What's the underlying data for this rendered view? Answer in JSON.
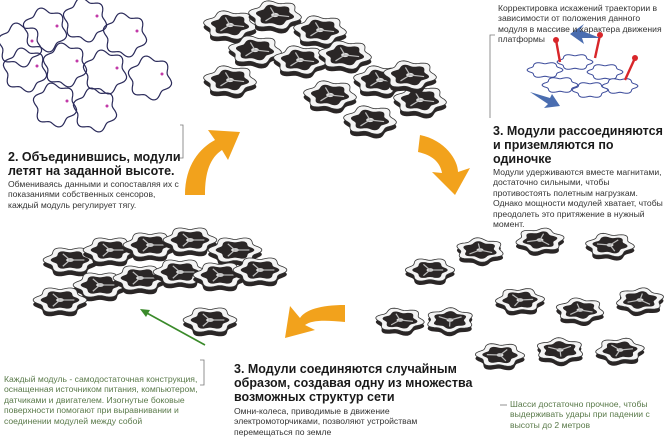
{
  "callouts": {
    "top_right_note": "Корректировка искажений траектории в зависимости от положения данного модуля в массиве и характера движения платформы",
    "step2_title": "2. Объединившись, модули летят на заданной высоте.",
    "step2_text": "Обмениваясь данными и сопоставляя их с показаниями собственных сенсоров, каждый модуль регулирует тягу.",
    "step3a_title": "3. Модули рассоединяются и приземляются по одиночке",
    "step3a_text": "Модули удерживаются вместе магнитами, достаточно сильными, чтобы противостоять полетным нагрузкам. Однако мощности модулей хватает, чтобы преодолеть это притяжение в нужный момент.",
    "step3b_title": "3. Модули соединяются случайным образом, создавая одну из множества возможных структур сети",
    "step3b_text": "Омни-колеса, приводимые в движение электромоторчиками, позволяют устройствам перемещаться по земле",
    "module_note": "Каждый модуль - самодостаточная конструкция, оснащенная источником питания, компьютером, датчиками и двигателем. Изогнутые боковые поверхности помогают при выравнивании и соединении модулей между собой",
    "chassis_note": "Шасси достаточно прочное, чтобы выдерживать удары при падении с высоты до 2 метров"
  },
  "colors": {
    "cycle_arrow": "#f2a21c",
    "note_green": "#5a7a4a",
    "module_dark": "#2a2626",
    "force_arrow_red": "#d8262a",
    "motion_arrow_blue": "#4a6db0"
  }
}
